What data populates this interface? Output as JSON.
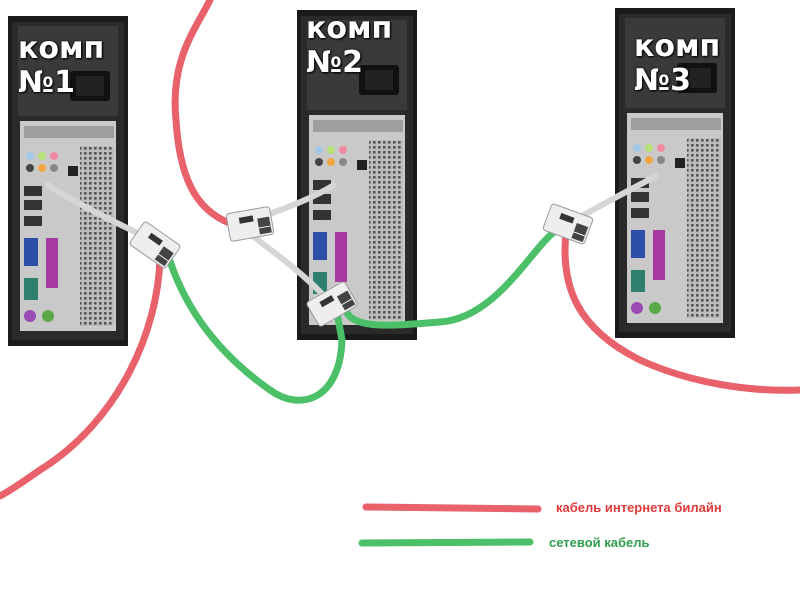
{
  "computers": [
    {
      "label_line1": "комп",
      "label_line2": "№1"
    },
    {
      "label_line1": "комп",
      "label_line2": "№2"
    },
    {
      "label_line1": "комп",
      "label_line2": "№3"
    }
  ],
  "legend": {
    "internet": {
      "text": "кабель интернета билайн",
      "color": "#e8616b"
    },
    "network": {
      "text": "сетевой кабель",
      "color": "#4cc069"
    }
  },
  "colors": {
    "case_dark": "#1b1b1b",
    "panel": "#c9c9c9",
    "splitter": "#eeeeee"
  }
}
